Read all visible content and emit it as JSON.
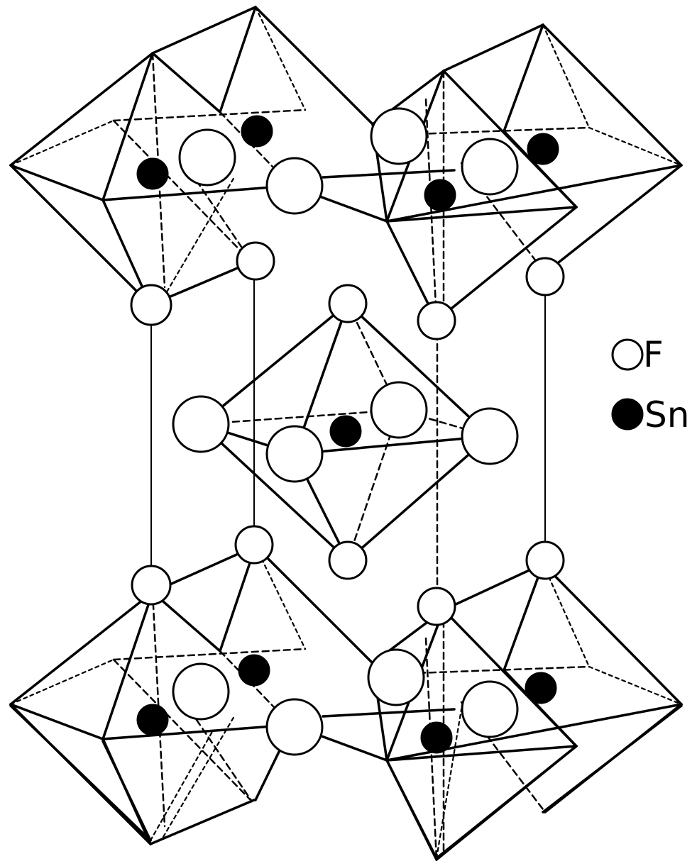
{
  "legend": {
    "items": [
      {
        "label": "F",
        "marker": "open-circle"
      },
      {
        "label": "Sn",
        "marker": "filled-circle"
      }
    ]
  },
  "colors": {
    "ink": "#000000",
    "background": "#ffffff"
  }
}
